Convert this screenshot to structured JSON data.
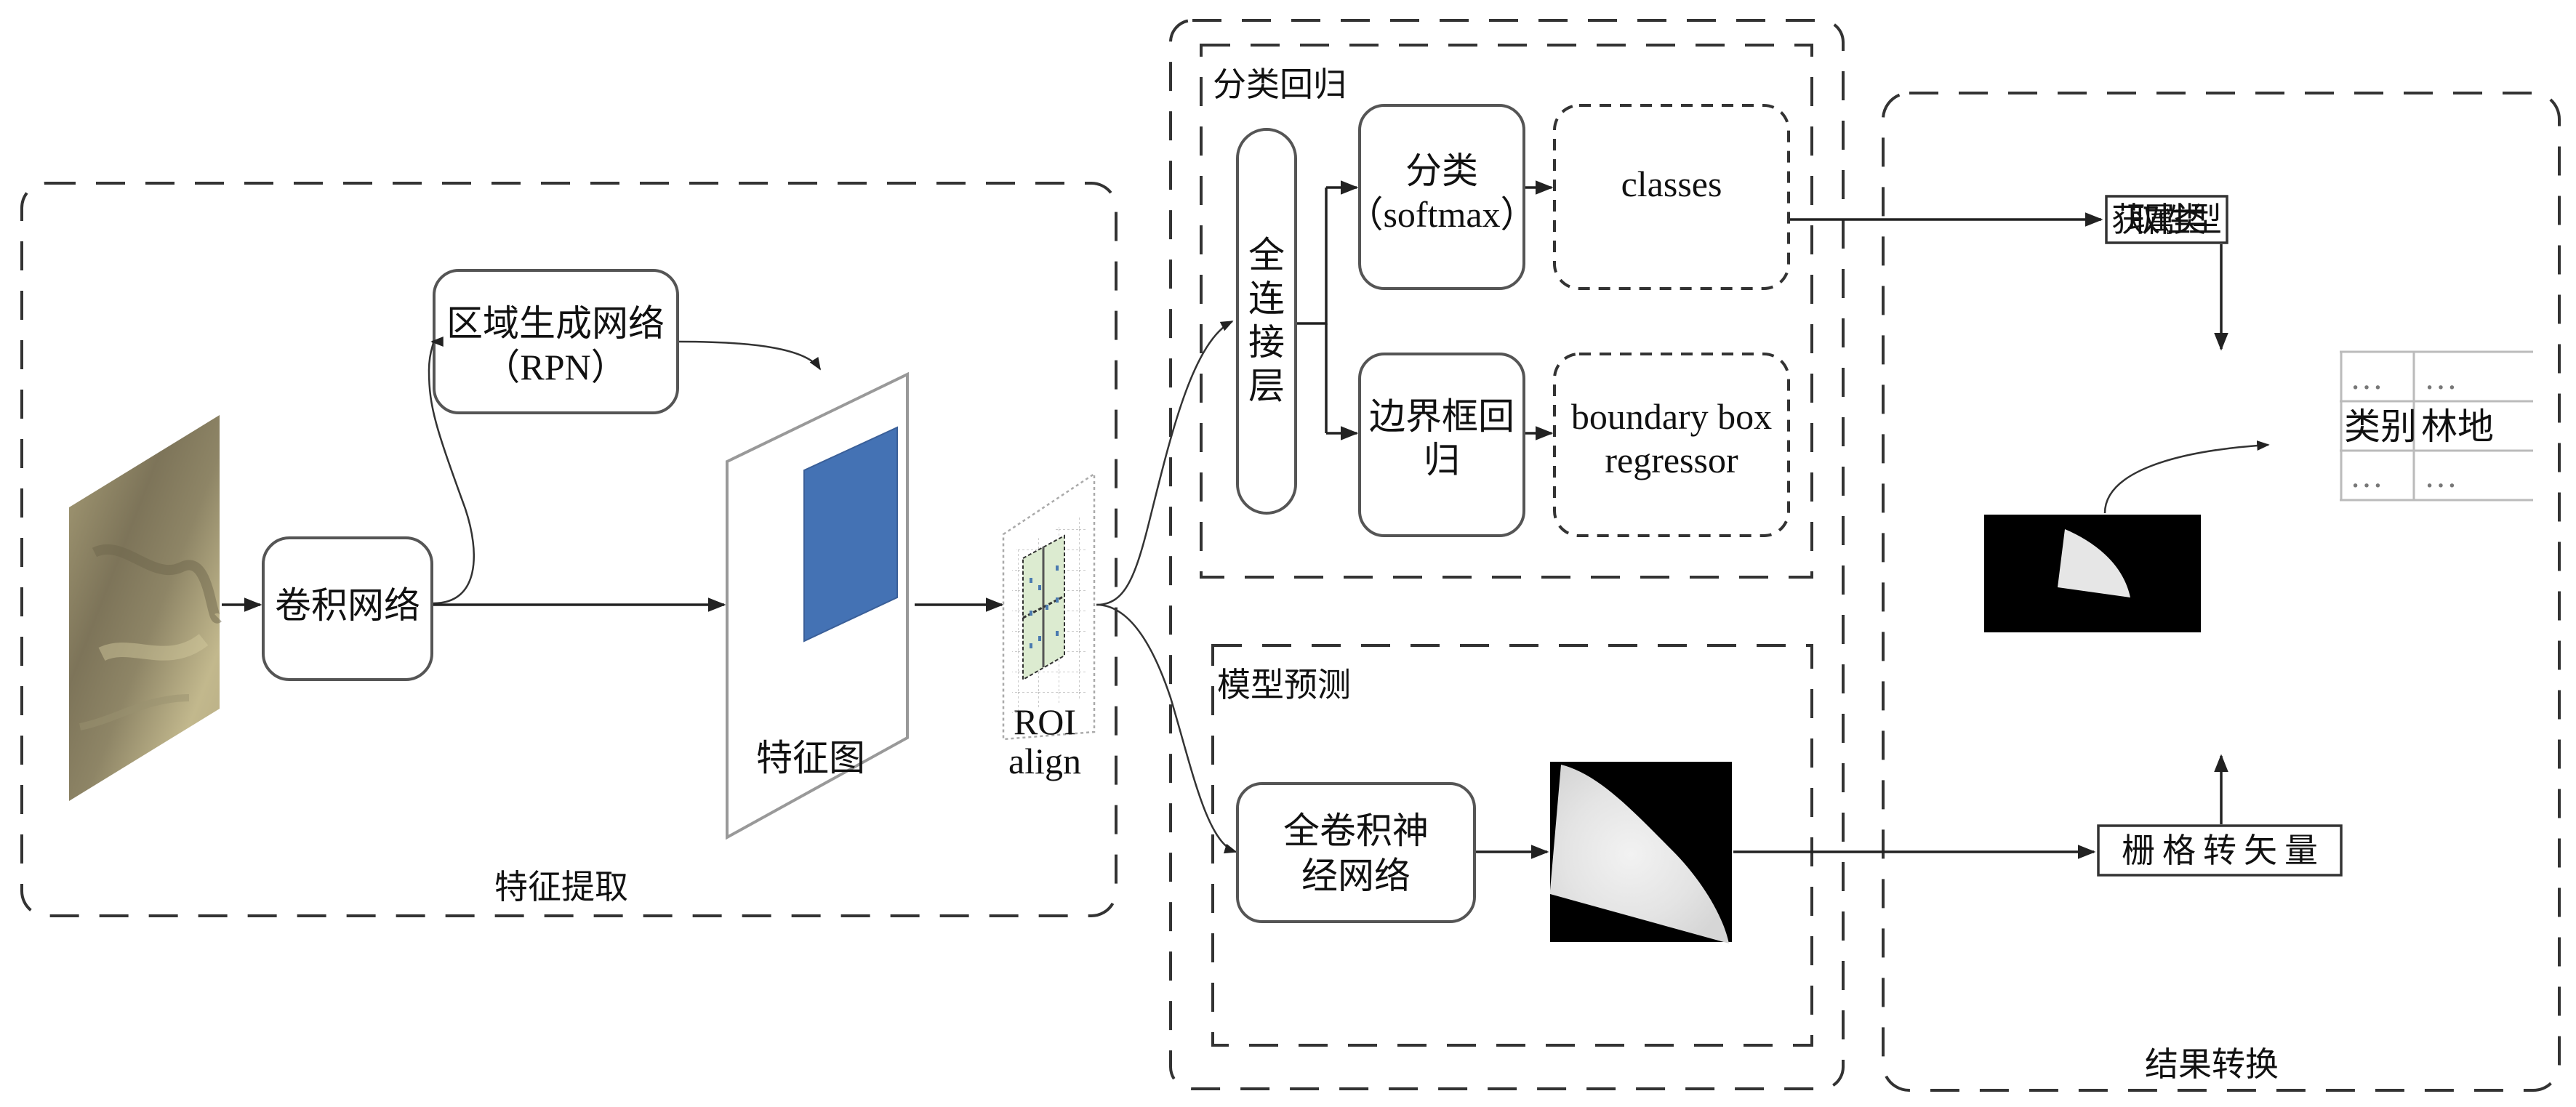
{
  "feature_extraction": {
    "title": "特征提取",
    "conv_net": "卷积网络",
    "rpn_line1": "区域生成网络",
    "rpn_line2": "（RPN）",
    "feature_map_label": "特征图",
    "roi_align_line1": "ROI",
    "roi_align_line2": "align",
    "feature_map_highlight_color": "#4472b4",
    "input_image_tone": "#b5aa80"
  },
  "classification_regression": {
    "title": "分类回归",
    "fc_layer_chars": [
      "全",
      "连",
      "接",
      "层"
    ],
    "classify_line1": "分类",
    "classify_line2": "（softmax）",
    "bbox_reg_line1": "边界框回",
    "bbox_reg_line2": "归",
    "classes_output": "classes",
    "bbox_output_line1": "boundary box",
    "bbox_output_line2": "regressor"
  },
  "model_prediction": {
    "title": "模型预测",
    "fcn_line1": "全卷积神",
    "fcn_line2": "经网络"
  },
  "result_conversion": {
    "title": "结果转换",
    "get_attribute_type": "获取属性类型",
    "raster_to_vector": "栅格转矢量",
    "attribute_table": {
      "rows": [
        [
          "…",
          "…"
        ],
        [
          "类别",
          "林地"
        ],
        [
          "…",
          "…"
        ]
      ]
    }
  }
}
